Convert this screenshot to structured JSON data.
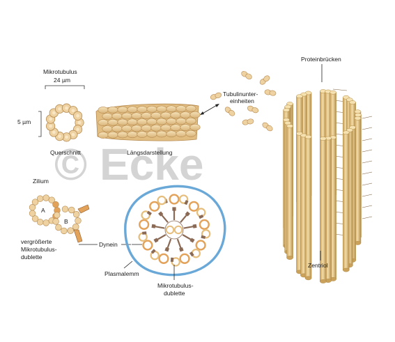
{
  "labels": {
    "mikrotubulus": "Mikrotubulus",
    "width": "24 µm",
    "height": "5 µm",
    "querschnitt": "Querschnitt",
    "laengsdarstellung": "Längsdarstellung",
    "tubulin_line1": "Tubulinunter-",
    "tubulin_line2": "einheiten",
    "proteinbruecken": "Proteinbrücken",
    "zentriol": "Zentriol",
    "zilium": "Zilium",
    "dublette_a": "A",
    "dublette_b": "B",
    "vergroessert_line1": "vergrößerte",
    "vergroessert_line2": "Mikrotubulus-",
    "vergroessert_line3": "dublette",
    "dynein": "Dynein",
    "plasmalemm": "Plasmalemm",
    "mtdublette_line1": "Mikrotubulus-",
    "mtdublette_line2": "dublette"
  },
  "watermark": "© Ecke",
  "colors": {
    "tubulin": "#efd2a2",
    "tubulin_stroke": "#b58a4f",
    "rod": "#e7c888",
    "rod_dark": "#b28c45",
    "dynein": "#8a6a55",
    "membrane": "#6aa8d8",
    "orange": "#e3a25a"
  }
}
